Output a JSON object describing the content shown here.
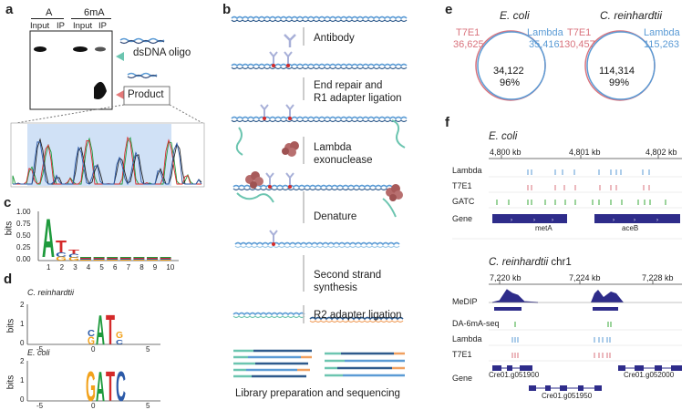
{
  "panel_a": {
    "label": "a",
    "lanes_A": "A",
    "lanes_6mA": "6mA",
    "lane_input_1": "Input",
    "lane_ip_1": "IP",
    "lane_input_2": "Input",
    "lane_ip_2": "IP",
    "oligo_label": "dsDNA oligo",
    "product_label": "Product"
  },
  "panel_b": {
    "label": "b",
    "steps": [
      "Antibody",
      "End repair and",
      "R1 adapter ligation",
      "Lambda",
      "exonuclease",
      "Denature",
      "Second strand",
      "synthesis",
      "R2 adapter ligation",
      "Library preparation and sequencing"
    ]
  },
  "panel_c": {
    "label": "c",
    "ylabel": "bits",
    "yticks": [
      "1.00",
      "0.75",
      "0.50",
      "0.25",
      "0.00"
    ],
    "xticks": [
      "1",
      "2",
      "3",
      "4",
      "5",
      "6",
      "7",
      "8",
      "9",
      "10"
    ]
  },
  "panel_d": {
    "label": "d",
    "ylabel_top": "bits",
    "ylabel_bottom": "bits",
    "title_top": "C. reinhardtii",
    "title_bottom": "E. coli",
    "yticks": [
      "2",
      "1",
      "0"
    ],
    "xticks": [
      "-5",
      "0",
      "5"
    ]
  },
  "panel_e": {
    "label": "e",
    "left": {
      "title": "E. coli",
      "a_name": "T7E1",
      "a_count": "36,625",
      "b_name": "Lambda",
      "b_count": "35,416",
      "overlap": "34,122",
      "pct": "96%"
    },
    "right": {
      "title": "C. reinhardtii",
      "a_name": "T7E1",
      "a_count": "130,457",
      "b_name": "Lambda",
      "b_count": "115,263",
      "overlap": "114,314",
      "pct": "99%"
    }
  },
  "panel_f": {
    "label": "f",
    "top": {
      "title": "E. coli",
      "ticks": [
        "4,800 kb",
        "4,801 kb",
        "4,802 kb"
      ],
      "tracks": [
        "Lambda",
        "T7E1",
        "GATC",
        "Gene"
      ],
      "genes": [
        "metA",
        "aceB"
      ]
    },
    "bottom": {
      "title": "C. reinhardtii chr1",
      "ticks": [
        "7,220 kb",
        "7,224 kb",
        "7,228 kb"
      ],
      "tracks": [
        "MeDIP",
        "DA-6mA-seq",
        "Lambda",
        "T7E1",
        "Gene"
      ],
      "genes": [
        "Cre01.g051900",
        "Cre01.g051950",
        "Cre01.g052000"
      ]
    }
  },
  "colors": {
    "t7e1": "#d9737d",
    "lambda": "#5b9bd5",
    "gatc": "#3aa83a",
    "gene": "#2e2c8a",
    "logo_A": "#1e9a3c",
    "logo_T": "#d42a2a",
    "logo_G": "#f2a21c",
    "logo_C": "#2c5aa8"
  }
}
